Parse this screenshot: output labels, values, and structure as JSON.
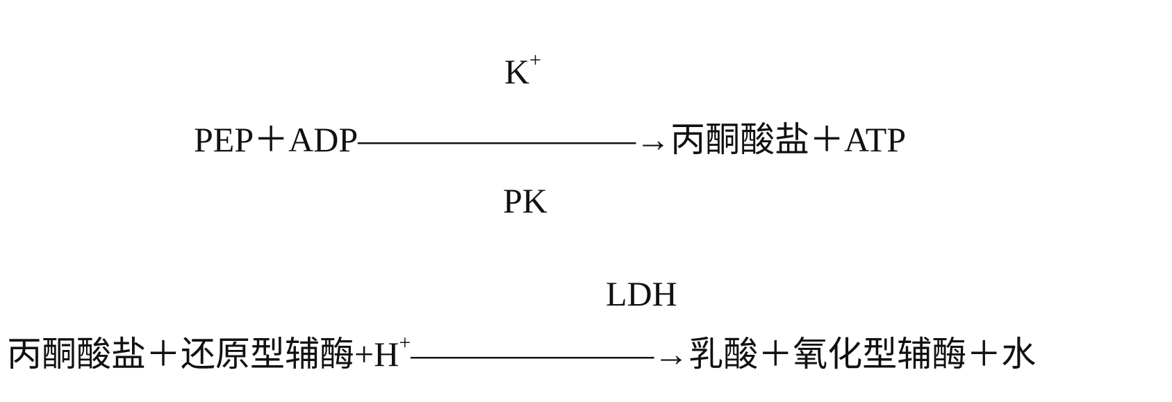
{
  "reaction1": {
    "cofactor": "K",
    "cofactor_charge": "+",
    "equation": "PEP＋ADP————————→丙酮酸盐＋ATP",
    "enzyme": "PK"
  },
  "reaction2": {
    "enzyme": "LDH",
    "equation_left": "丙酮酸盐＋还原型辅酶+H",
    "equation_charge": "+",
    "equation_right": "———————→乳酸＋氧化型辅酶＋水"
  }
}
